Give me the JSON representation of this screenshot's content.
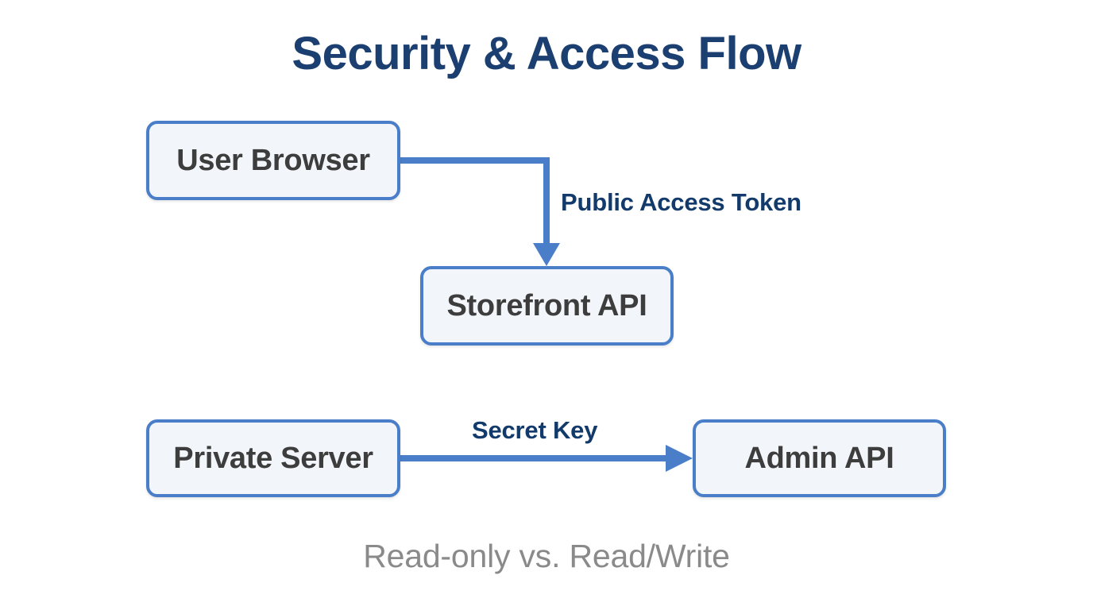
{
  "diagram": {
    "title": "Security & Access Flow",
    "caption": "Read-only vs. Read/Write",
    "colors": {
      "title": "#1b3f70",
      "node_border": "#4a7ec8",
      "node_fill": "#f2f5fa",
      "node_text": "#3d3d3d",
      "edge_label": "#123a6b",
      "connector": "#4a7ec8",
      "caption": "#8a8a8a",
      "background": "#ffffff"
    },
    "nodes": [
      {
        "id": "user-browser",
        "label": "User Browser"
      },
      {
        "id": "storefront-api",
        "label": "Storefront API"
      },
      {
        "id": "private-server",
        "label": "Private Server"
      },
      {
        "id": "admin-api",
        "label": "Admin API"
      }
    ],
    "edges": [
      {
        "id": "token",
        "label": "Public Access Token",
        "from": "user-browser",
        "to": "storefront-api",
        "style": "elbow",
        "arrow": "down"
      },
      {
        "id": "secret",
        "label": "Secret Key",
        "from": "private-server",
        "to": "admin-api",
        "style": "straight",
        "arrow": "right"
      }
    ]
  }
}
